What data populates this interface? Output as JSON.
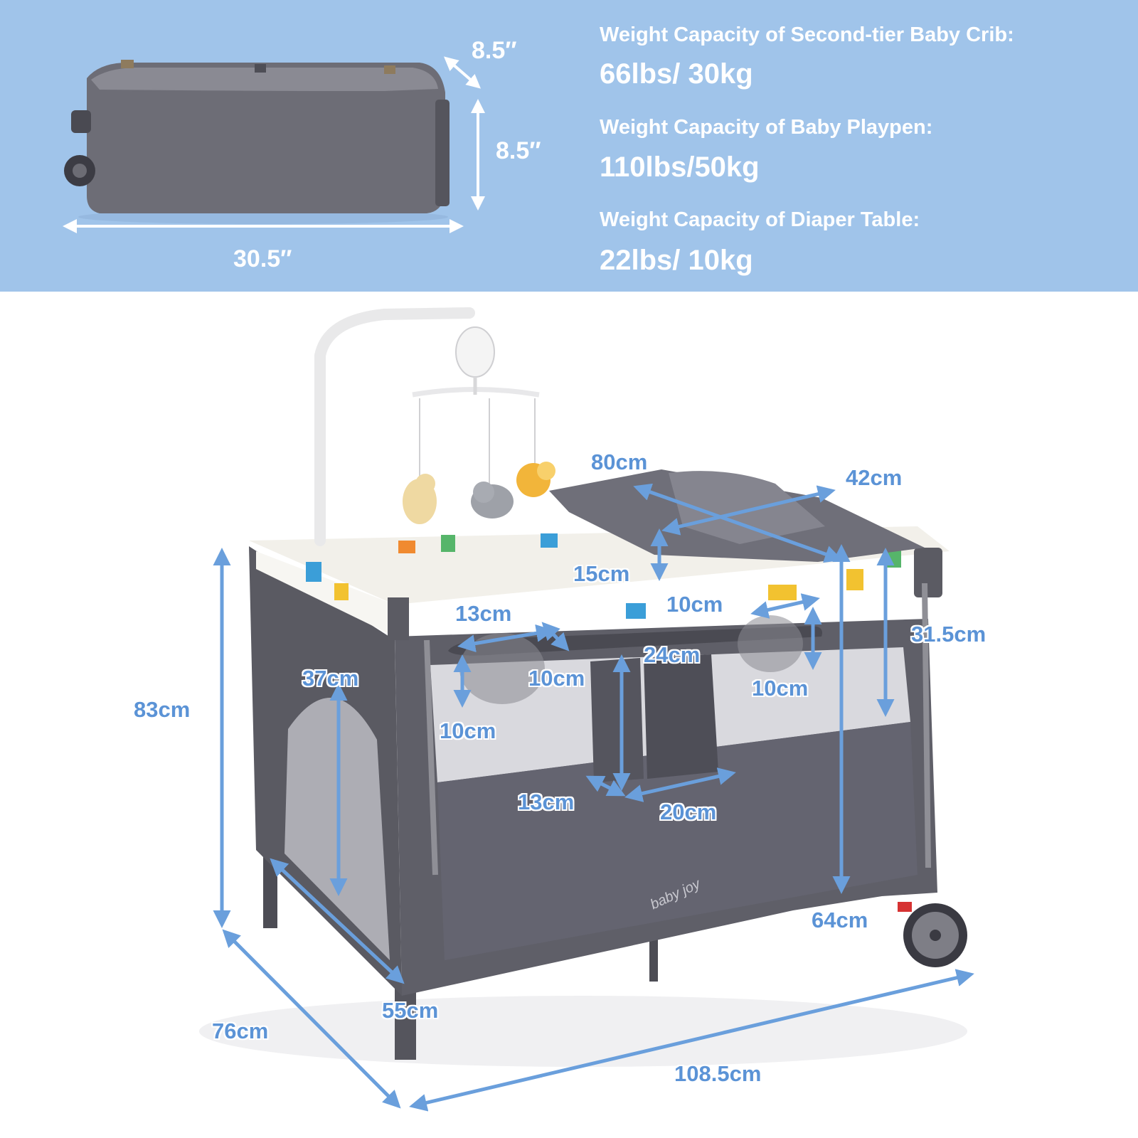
{
  "specs": {
    "crib_title": "Weight Capacity of Second-tier Baby Crib:",
    "crib_value": "66lbs/ 30kg",
    "playpen_title": "Weight Capacity of Baby Playpen:",
    "playpen_value": "110lbs/50kg",
    "diaper_title": "Weight Capacity of Diaper Table:",
    "diaper_value": "22lbs/ 10kg"
  },
  "folded": {
    "depth": "8.5″",
    "height": "8.5″",
    "length": "30.5″"
  },
  "dimensions": {
    "total_height": "83cm",
    "depth": "76cm",
    "length": "108.5cm",
    "crib_width": "55cm",
    "crib_side_height": "37cm",
    "bassinet_floor_height": "64cm",
    "bassinet_wall_height": "31.5cm",
    "changer_length": "80cm",
    "changer_width": "42cm",
    "changer_depth": "15cm",
    "shelf_gap": "10cm",
    "cup_holder_width": "13cm",
    "cup_holder_depth": "10cm",
    "cup_holder_height": "10cm",
    "organizer_width": "24cm",
    "basket_width": "10cm",
    "pocket_depth": "13cm",
    "pocket_width": "20cm"
  },
  "brand": {
    "logo_text": "baby joy"
  },
  "colors": {
    "banner": "#a0c4ea",
    "dimension_arrows": "#6a9fdc",
    "fabric": "#5f5f68"
  }
}
